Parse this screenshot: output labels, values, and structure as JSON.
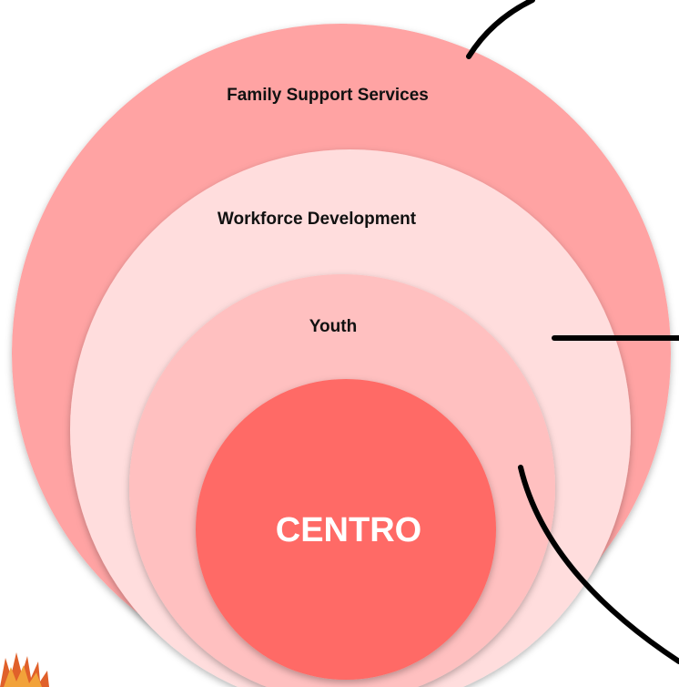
{
  "diagram": {
    "type": "nested-circles",
    "rings": [
      {
        "id": "outer",
        "label": "Family Support Services",
        "color": "#ffa3a3"
      },
      {
        "id": "second",
        "label": "Workforce Development",
        "color": "#ffdddd"
      },
      {
        "id": "third",
        "label": "Youth",
        "color": "#ffc0c0"
      },
      {
        "id": "core",
        "label": "CENTRO",
        "color": "#ff6b66"
      }
    ],
    "connector_color": "#000000",
    "decoration_color": "#e0602a"
  }
}
